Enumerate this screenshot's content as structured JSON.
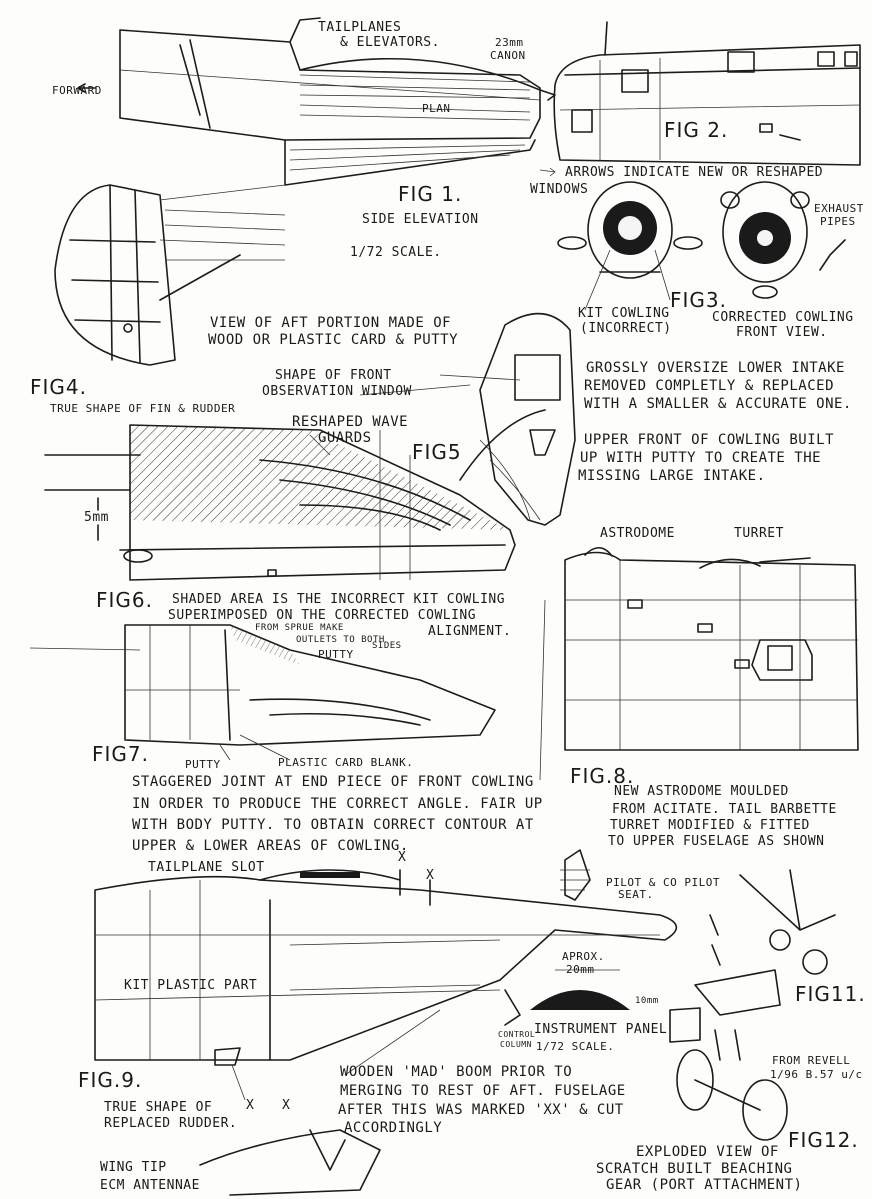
{
  "figures": {
    "fig1": "FIG 1.",
    "fig2": "FIG 2.",
    "fig3": "FIG3.",
    "fig4": "FIG4.",
    "fig5": "FIG5",
    "fig6": "FIG6.",
    "fig7": "FIG7.",
    "fig8": "FIG.8.",
    "fig9": "FIG.9.",
    "fig11": "FIG11.",
    "fig12": "FIG12."
  },
  "labels": {
    "tailplanes": "TAILPLANES",
    "elevators": "& ELEVATORS.",
    "forward": "FORWARD",
    "plan": "PLAN",
    "canon1": "23mm",
    "canon2": "CANON",
    "arrows": "ARROWS INDICATE NEW OR RESHAPED",
    "windows": "WINDOWS",
    "exhaust1": "EXHAUST",
    "exhaust2": "PIPES",
    "side_elevation": "SIDE ELEVATION",
    "scale": "1/72 SCALE.",
    "view_aft1": "VIEW  OF AFT PORTION MADE OF",
    "view_aft2": "WOOD  OR  PLASTIC CARD & PUTTY",
    "kit_cowling1": "KIT COWLING",
    "kit_cowling2": "(INCORRECT)",
    "corrected1": "CORRECTED COWLING",
    "corrected2": "FRONT VIEW.",
    "true_shape_fin": "TRUE SHAPE OF FIN & RUDDER",
    "shape_front1": "SHAPE OF FRONT",
    "shape_front2": "OBSERVATION WINDOW",
    "reshaped1": "RESHAPED WAVE",
    "reshaped2": "GUARDS",
    "oversize1": "GROSSLY OVERSIZE LOWER INTAKE",
    "oversize2": "REMOVED COMPLETLY & REPLACED",
    "oversize3": "WITH A SMALLER & ACCURATE ONE.",
    "upper1": "UPPER FRONT OF COWLING BUILT",
    "upper2": "UP WITH PUTTY TO CREATE THE",
    "upper3": "MISSING  LARGE INTAKE.",
    "five_mm": "5mm",
    "shaded1": "SHADED AREA IS THE INCORRECT KIT COWLING",
    "shaded2": "SUPERIMPOSED ON THE CORRECTED COWLING",
    "shaded3": "ALIGNMENT.",
    "astrodome": "ASTRODOME",
    "turret": "TURRET",
    "sprue1": "FROM SPRUE MAKE",
    "sprue2": "OUTLETS TO BOTH",
    "sprue3": "SIDES",
    "putty": "PUTTY",
    "putty2": "PUTTY",
    "plastic_card": "PLASTIC CARD BLANK.",
    "staggered1": "STAGGERED  JOINT AT END PIECE OF FRONT COWLING",
    "staggered2": "IN ORDER TO PRODUCE THE CORRECT ANGLE. FAIR UP",
    "staggered3": "WITH BODY PUTTY. TO OBTAIN CORRECT CONTOUR AT",
    "staggered4": "UPPER & LOWER AREAS OF COWLING.",
    "new_astro1": "NEW ASTRODOME MOULDED",
    "new_astro2": "FROM ACITATE. TAIL BARBETTE",
    "new_astro3": "TURRET MODIFIED & FITTED",
    "new_astro4": "TO UPPER FUSELAGE AS SHOWN",
    "tailplane_slot": "TAILPLANE SLOT",
    "x_mark": "X",
    "pilot1": "PILOT & CO PILOT",
    "pilot2": "SEAT.",
    "kit_plastic": "KIT PLASTIC PART",
    "aprox1": "APROX.",
    "aprox2": "20mm",
    "ten_mm": "10mm",
    "control1": "CONTROL",
    "control2": "COLUMN",
    "instrument": "INSTRUMENT PANEL",
    "scale2": "1/72 SCALE.",
    "true_rudder1": "TRUE SHAPE OF",
    "true_rudder2": "REPLACED RUDDER.",
    "wooden1": "WOODEN 'MAD' BOOM PRIOR TO",
    "wooden2": "MERGING TO REST OF AFT. FUSELAGE",
    "wooden3": "AFTER THIS WAS MARKED 'XX' & CUT",
    "wooden4": "ACCORDINGLY",
    "revell1": "FROM REVELL",
    "revell2": "1/96 B.57 u/c",
    "exploded1": "EXPLODED VIEW OF",
    "exploded2": "SCRATCH BUILT BEACHING",
    "exploded3": "GEAR (PORT ATTACHMENT)",
    "wingtip1": "WING TIP",
    "wingtip2": "ECM ANTENNAE"
  }
}
